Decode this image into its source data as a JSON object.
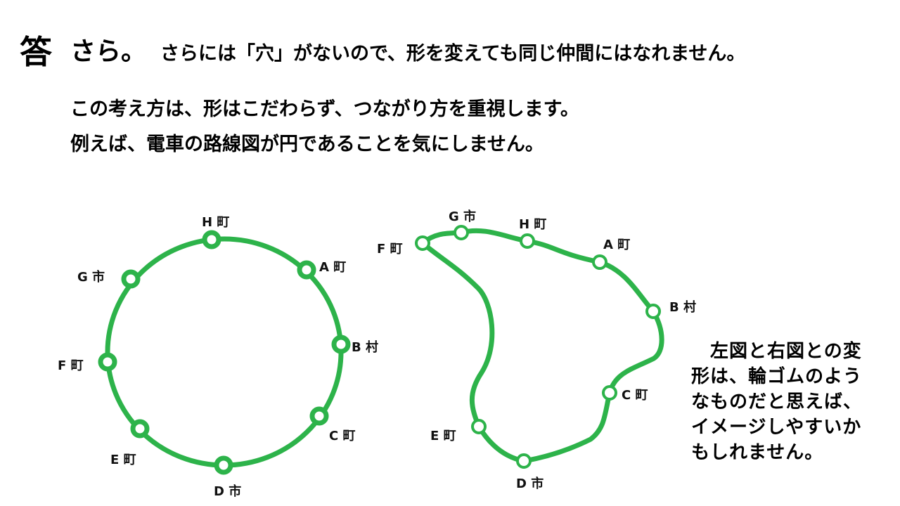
{
  "heading": {
    "answer_mark": "答",
    "answer_word": "さら。",
    "answer_text": "さらには「穴」がないので、形を変えても同じ仲間にはなれません。"
  },
  "body": {
    "line1": "この考え方は、形はこだわらず、つながり方を重視します。",
    "line2": "例えば、電車の路線図が円であることを気にしません。"
  },
  "side_note": "　左図と右図との変形は、輪ゴムのようなものだと思えば、イメージしやすいかもしれません。",
  "colors": {
    "route": "#2db34a"
  },
  "stations": [
    "H町",
    "A町",
    "B村",
    "C町",
    "D市",
    "E町",
    "F町",
    "G市"
  ]
}
